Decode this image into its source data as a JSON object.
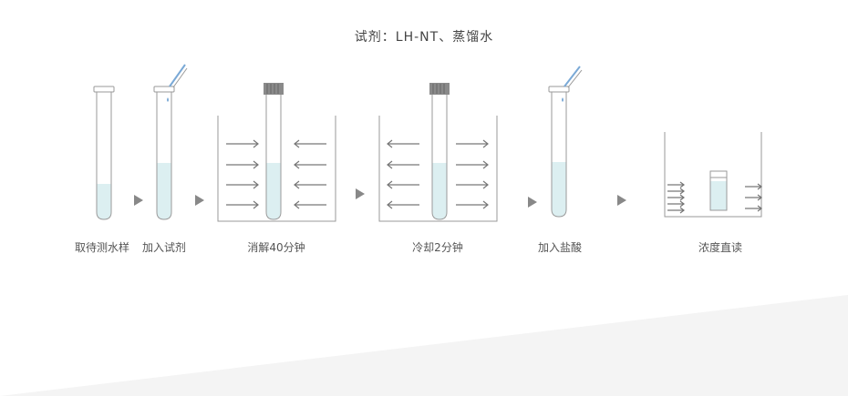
{
  "title": "试剂：LH-NT、蒸馏水",
  "steps": [
    {
      "label": "取待测水样"
    },
    {
      "label": "加入试剂"
    },
    {
      "label": "消解40分钟"
    },
    {
      "label": "冷却2分钟"
    },
    {
      "label": "加入盐酸"
    },
    {
      "label": "浓度直读"
    }
  ],
  "colors": {
    "liquid": "#dceff1",
    "outline": "#9a9a9a",
    "cap": "#8a8a8a",
    "arrow_marker": "#888888",
    "pipette": "#7aa9d6",
    "background_band": "#f4f4f4"
  },
  "icons": [
    "test-tube-icon",
    "pipette-icon",
    "bath-icon",
    "arrow-right-icon",
    "cuvette-icon"
  ]
}
